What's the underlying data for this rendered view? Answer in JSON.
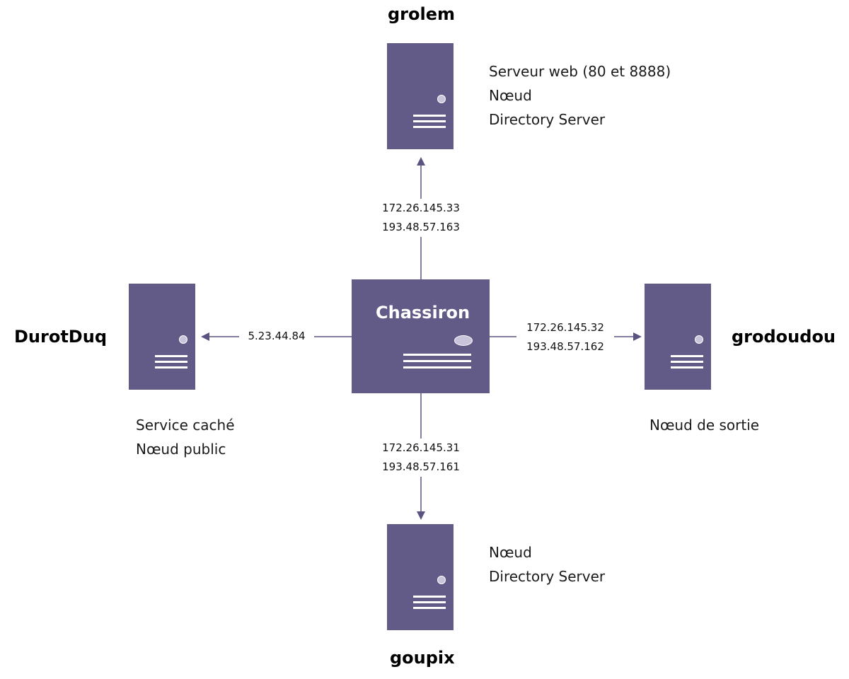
{
  "colors": {
    "server_fill": "#625a87",
    "line": "#5b5480",
    "text": "#000000"
  },
  "center": {
    "name": "Chassiron"
  },
  "nodes": {
    "grolem": {
      "name": "grolem",
      "info": [
        "Serveur web (80 et 8888)",
        "Nœud",
        "Directory Server"
      ]
    },
    "durotduq": {
      "name": "DurotDuq",
      "info": [
        "Service caché",
        "Nœud public"
      ]
    },
    "grodoudou": {
      "name": "grodoudou",
      "info": [
        "Nœud de sortie"
      ]
    },
    "goupix": {
      "name": "goupix",
      "info": [
        "Nœud",
        "Directory Server"
      ]
    }
  },
  "links": {
    "to_grolem": [
      "172.26.145.33",
      "193.48.57.163"
    ],
    "to_durotduq": [
      "5.23.44.84"
    ],
    "to_grodoudou": [
      "172.26.145.32",
      "193.48.57.162"
    ],
    "to_goupix": [
      "172.26.145.31",
      "193.48.57.161"
    ]
  },
  "icons": {
    "server": "server-tower-icon",
    "router": "router-box-icon"
  }
}
